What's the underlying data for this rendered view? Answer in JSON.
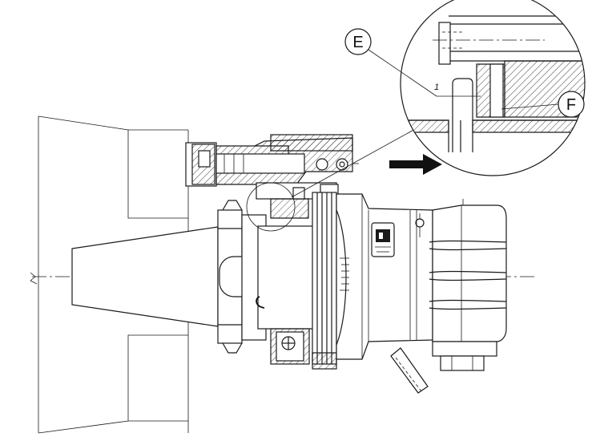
{
  "callouts": {
    "e_label": "E",
    "f_label": "F",
    "detail_number": "1"
  },
  "colors": {
    "line": "#1a1a1a",
    "background": "#ffffff",
    "arrow": "#111111"
  },
  "icons": {
    "direction_arrow": "arrow-right-icon",
    "logo_badge": "manufacturer-logo-icon",
    "dial_indicator": "dial-gauge-icon"
  }
}
